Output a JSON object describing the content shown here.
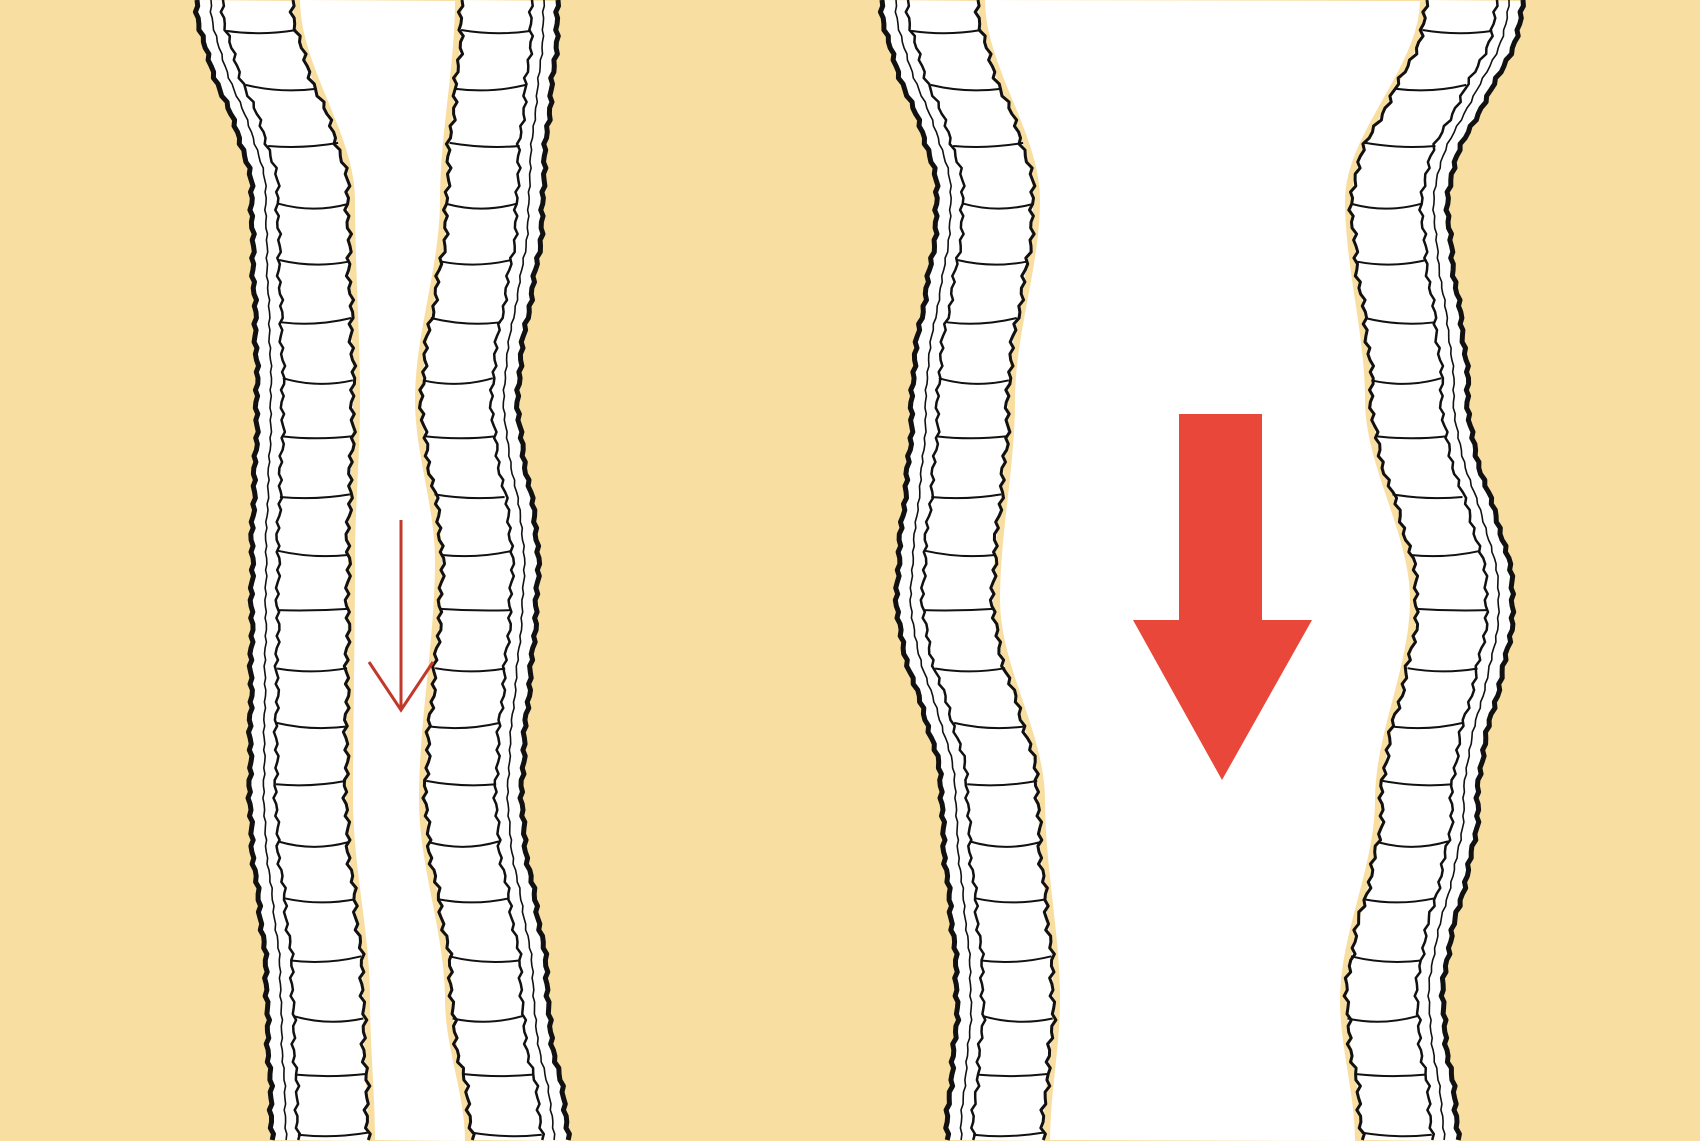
{
  "figure": {
    "colors": {
      "background_tissue": "#F8DEA0",
      "lumen": "#FFFFFF",
      "outline": "#111111",
      "arrow": "#E8473A",
      "arrow_thin": "#C0392B"
    },
    "panels": [
      {
        "id": "narrow-vessel",
        "arrow": {
          "icon": "thin-down-arrow-icon",
          "direction": "down",
          "flow": "low"
        }
      },
      {
        "id": "wide-vessel",
        "arrow": {
          "icon": "bold-down-arrow-icon",
          "direction": "down",
          "flow": "high"
        }
      }
    ]
  }
}
